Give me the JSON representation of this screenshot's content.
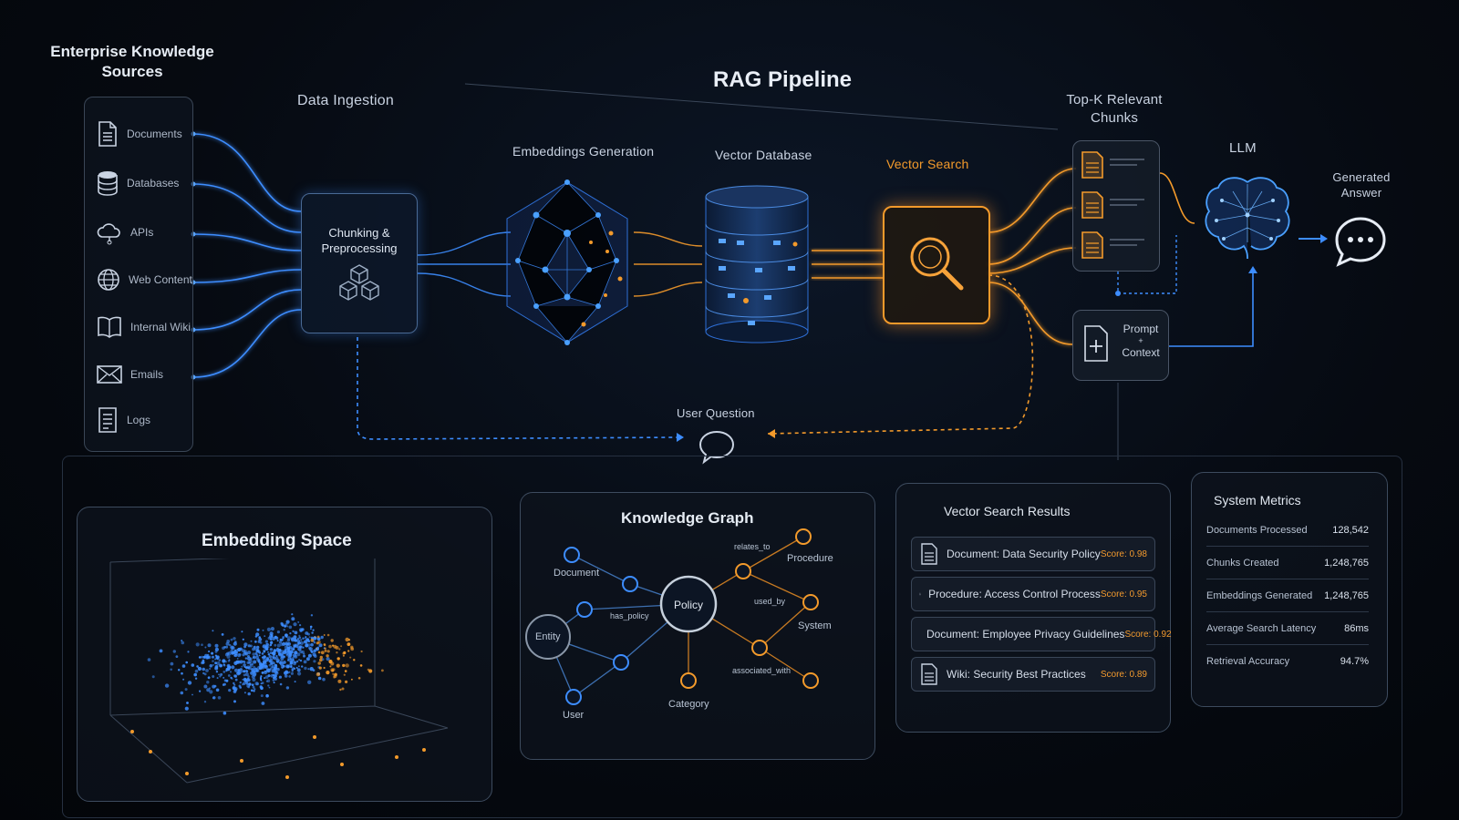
{
  "header": {
    "title": "RAG Pipeline",
    "sources_title_line1": "Enterprise Knowledge",
    "sources_title_line2": "Sources"
  },
  "sources": [
    {
      "label": "Documents",
      "icon": "document-icon"
    },
    {
      "label": "Databases",
      "icon": "database-icon"
    },
    {
      "label": "APIs",
      "icon": "cloud-icon"
    },
    {
      "label": "Web Content",
      "icon": "globe-icon"
    },
    {
      "label": "Internal Wiki",
      "icon": "book-icon"
    },
    {
      "label": "Emails",
      "icon": "mail-icon"
    },
    {
      "label": "Logs",
      "icon": "log-icon"
    }
  ],
  "pipeline": {
    "ingestion": "Data Ingestion",
    "chunking_line1": "Chunking &",
    "chunking_line2": "Preprocessing",
    "embeddings": "Embeddings Generation",
    "vector_db": "Vector Database",
    "vector_search": "Vector Search",
    "topk_line1": "Top-K Relevant",
    "topk_line2": "Chunks",
    "llm": "LLM",
    "answer_line1": "Generated",
    "answer_line2": "Answer",
    "prompt_line1": "Prompt",
    "prompt_line2": "+",
    "prompt_line3": "Context",
    "user_question": "User Question"
  },
  "panels": {
    "embedding_space": {
      "title": "Embedding Space"
    },
    "knowledge_graph": {
      "title": "Knowledge Graph",
      "nodes": {
        "document": "Document",
        "entity": "Entity",
        "policy": "Policy",
        "user": "User",
        "category": "Category",
        "procedure": "Procedure",
        "system": "System"
      },
      "edges": {
        "has_policy": "has_policy",
        "relates_to": "relates_to",
        "used_by": "used_by",
        "associated_with": "associated_with"
      }
    },
    "search_results": {
      "title": "Vector Search Results",
      "rows": [
        {
          "text": "Document: Data Security Policy",
          "score": "Score: 0.98"
        },
        {
          "text": "Procedure: Access Control Process",
          "score": "Score: 0.95"
        },
        {
          "text": "Document: Employee Privacy Guidelines",
          "score": "Score: 0.92"
        },
        {
          "text": "Wiki: Security Best Practices",
          "score": "Score: 0.89"
        }
      ]
    },
    "metrics": {
      "title": "System Metrics",
      "rows": [
        {
          "key": "Documents Processed",
          "value": "128,542"
        },
        {
          "key": "Chunks Created",
          "value": "1,248,765"
        },
        {
          "key": "Embeddings Generated",
          "value": "1,248,765"
        },
        {
          "key": "Average Search Latency",
          "value": "86ms"
        },
        {
          "key": "Retrieval Accuracy",
          "value": "94.7%"
        }
      ]
    }
  },
  "colors": {
    "blue": "#3d8dff",
    "orange": "#f39a2b"
  }
}
